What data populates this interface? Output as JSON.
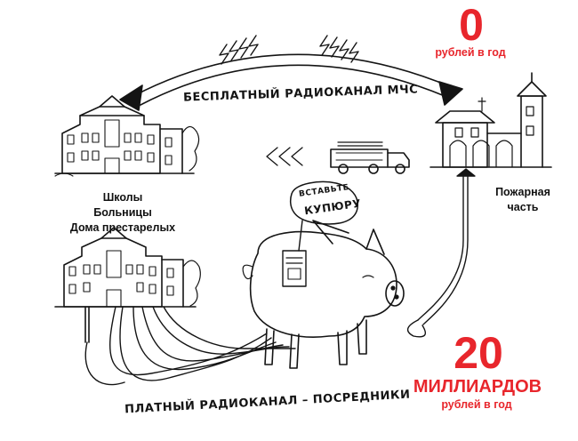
{
  "top_right": {
    "number": "0",
    "unit": "рублей в год"
  },
  "bottom_right": {
    "number": "20",
    "word": "МИЛЛИАРДОВ",
    "unit": "рублей в год"
  },
  "channels": {
    "free": "БЕСПЛАТНЫЙ РАДИОКАНАЛ МЧС",
    "paid": "ПЛАТНЫЙ РАДИОКАНАЛ – ПОСРЕДНИКИ"
  },
  "buildings_label": {
    "line1": "Школы",
    "line2": "Больницы",
    "line3": "Дома престарелых"
  },
  "fire_station_label": {
    "line1": "Пожарная",
    "line2": "часть"
  },
  "pig_sign": {
    "line1": "ВСТАВЬТЕ",
    "line2": "КУПЮРУ"
  },
  "colors": {
    "accent_red": "#e8262c",
    "ink": "#141414"
  }
}
